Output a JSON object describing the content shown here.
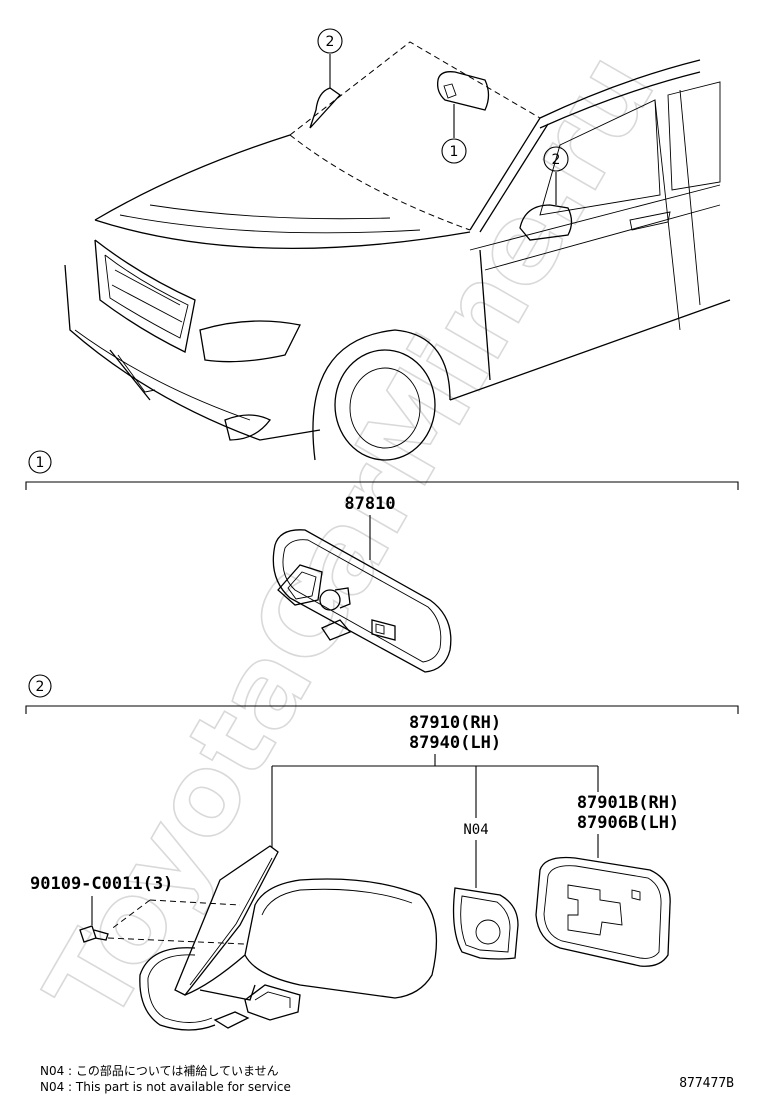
{
  "watermark": "ToyotaCarMine.ru",
  "sections": [
    {
      "marker": "1"
    },
    {
      "marker": "2"
    }
  ],
  "callouts": {
    "overview_1": "1",
    "overview_2_left": "2",
    "overview_2_right": "2"
  },
  "parts": {
    "inner_mirror": "87810",
    "outer_mirror_rh": "87910(RH)",
    "outer_mirror_lh": "87940(LH)",
    "mirror_holder": "N04",
    "mirror_glass_rh": "87901B(RH)",
    "mirror_glass_lh": "87906B(LH)",
    "screw": "90109-C0011(3)"
  },
  "notes": [
    "N04 : この部品については補給していません",
    "N04 : This part is not available for service"
  ],
  "figure_id": "877477B"
}
